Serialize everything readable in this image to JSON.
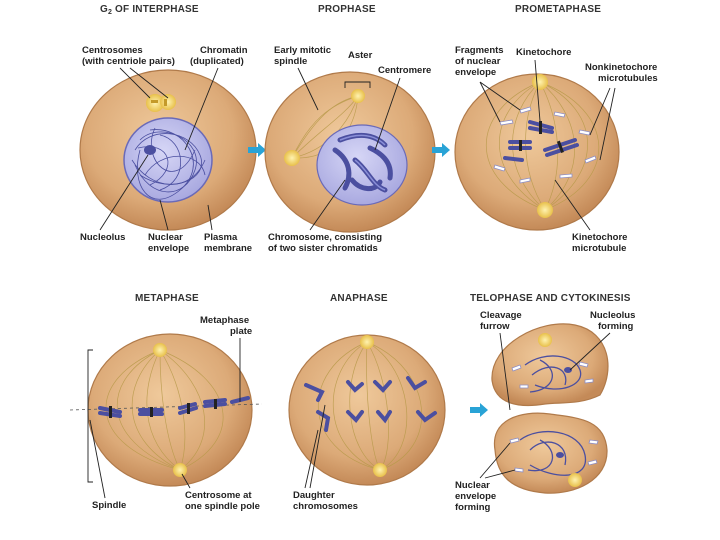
{
  "colors": {
    "cell_fill": "#dcaa78",
    "cell_edge": "#b07a4a",
    "nucleus_fill": "#b9b9ea",
    "chromosome": "#4b4fa0",
    "centrosome": "#f2d46a",
    "arrow": "#29a3d6"
  },
  "panels": {
    "g2": {
      "title": "G",
      "title_sub": "2",
      "title_rest": " OF INTERPHASE",
      "centrosomes_1": "Centrosomes",
      "centrosomes_2": "(with centriole pairs)",
      "chromatin_1": "Chromatin",
      "chromatin_2": "(duplicated)",
      "nucleolus": "Nucleolus",
      "nuclear_1": "Nuclear",
      "nuclear_2": "envelope",
      "plasma_1": "Plasma",
      "plasma_2": "membrane"
    },
    "prophase": {
      "title": "PROPHASE",
      "spindle_1": "Early mitotic",
      "spindle_2": "spindle",
      "aster": "Aster",
      "centromere": "Centromere",
      "chromosome_1": "Chromosome, consisting",
      "chromosome_2": "of two sister chromatids"
    },
    "prometaphase": {
      "title": "PROMETAPHASE",
      "fragments_1": "Fragments",
      "fragments_2": "of nuclear",
      "fragments_3": "envelope",
      "kinetochore": "Kinetochore",
      "nonkin_1": "Nonkinetochore",
      "nonkin_2": "microtubules",
      "kinmt_1": "Kinetochore",
      "kinmt_2": "microtubule"
    },
    "metaphase": {
      "title": "METAPHASE",
      "plate_1": "Metaphase",
      "plate_2": "plate",
      "spindle": "Spindle",
      "centro_1": "Centrosome at",
      "centro_2": "one spindle pole"
    },
    "anaphase": {
      "title": "ANAPHASE",
      "daughter_1": "Daughter",
      "daughter_2": "chromosomes"
    },
    "telophase": {
      "title": "TELOPHASE AND CYTOKINESIS",
      "cleavage_1": "Cleavage",
      "cleavage_2": "furrow",
      "nucleolus_1": "Nucleolus",
      "nucleolus_2": "forming",
      "envelope_1": "Nuclear",
      "envelope_2": "envelope",
      "envelope_3": "forming"
    }
  }
}
